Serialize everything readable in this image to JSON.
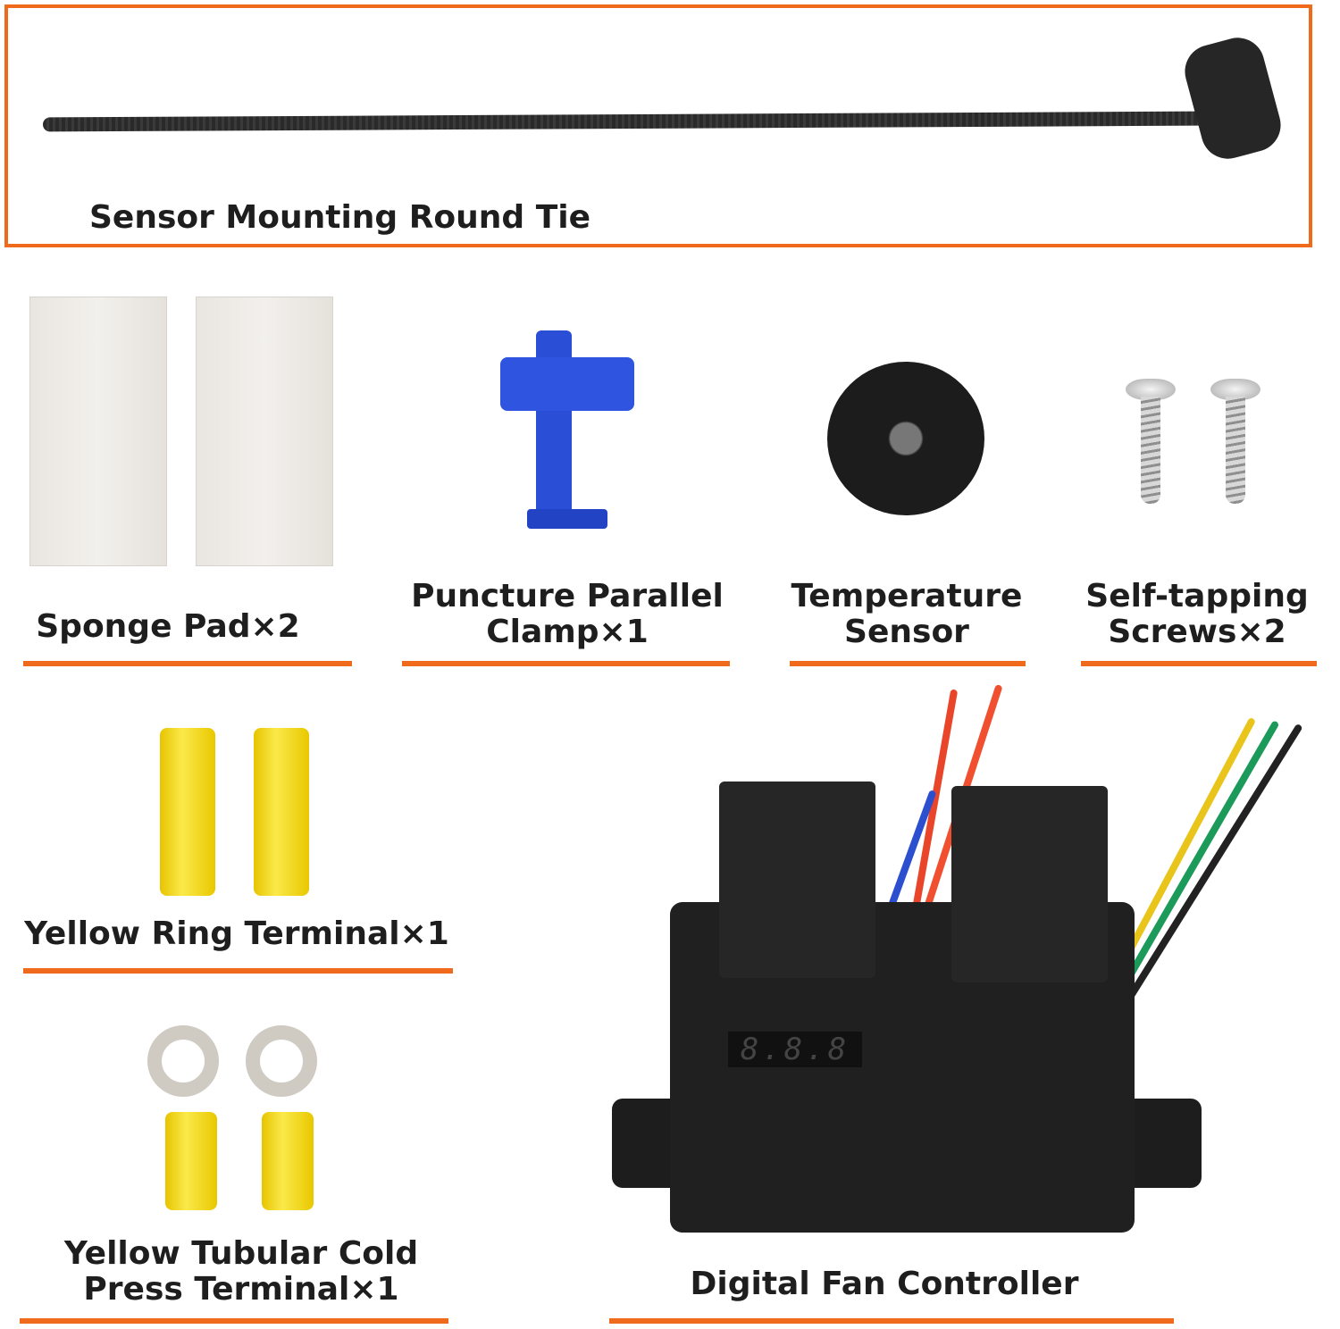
{
  "accent_color": "#f06a1b",
  "items": {
    "tie": {
      "label": "Sensor Mounting Round Tie"
    },
    "sponge": {
      "label": "Sponge Pad×2"
    },
    "clamp": {
      "label_line1": "Puncture Parallel",
      "label_line2": "Clamp×1"
    },
    "sensor": {
      "label_line1": "Temperature",
      "label_line2": "Sensor"
    },
    "screws": {
      "label_line1": "Self-tapping",
      "label_line2": "Screws×2"
    },
    "ring_terminal": {
      "label": "Yellow Ring Terminal×1"
    },
    "tubular_terminal": {
      "label_line1": "Yellow Tubular Cold",
      "label_line2": "Press Terminal×1"
    },
    "controller": {
      "label": "Digital Fan Controller",
      "display": "8.8.8"
    }
  }
}
